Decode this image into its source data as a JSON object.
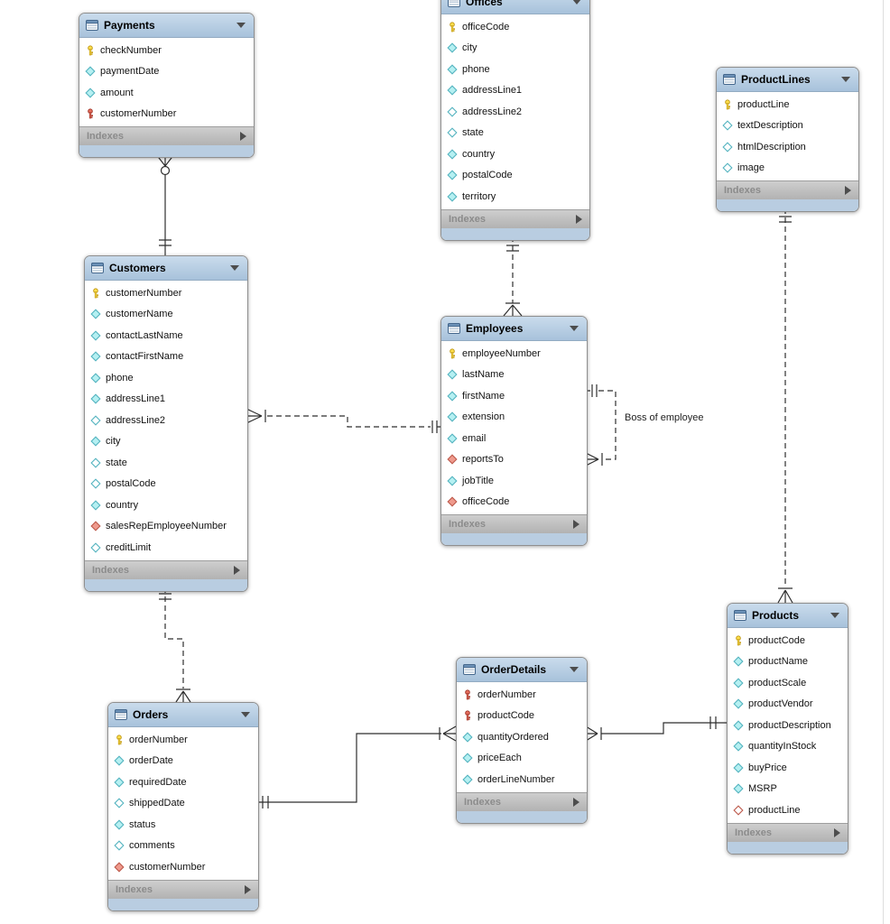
{
  "diagram": {
    "indexes_label": "Indexes",
    "relationship_labels": {
      "boss_of_employee": "Boss of employee"
    },
    "tables": [
      {
        "id": "payments",
        "name": "Payments",
        "fields": [
          {
            "name": "checkNumber",
            "icon": "key-primary"
          },
          {
            "name": "paymentDate",
            "icon": "diamond-filled"
          },
          {
            "name": "amount",
            "icon": "diamond-filled"
          },
          {
            "name": "customerNumber",
            "icon": "key-foreign"
          }
        ]
      },
      {
        "id": "offices",
        "name": "Offices",
        "fields": [
          {
            "name": "officeCode",
            "icon": "key-primary"
          },
          {
            "name": "city",
            "icon": "diamond-filled"
          },
          {
            "name": "phone",
            "icon": "diamond-filled"
          },
          {
            "name": "addressLine1",
            "icon": "diamond-filled"
          },
          {
            "name": "addressLine2",
            "icon": "diamond-open"
          },
          {
            "name": "state",
            "icon": "diamond-open"
          },
          {
            "name": "country",
            "icon": "diamond-filled"
          },
          {
            "name": "postalCode",
            "icon": "diamond-filled"
          },
          {
            "name": "territory",
            "icon": "diamond-filled"
          }
        ]
      },
      {
        "id": "productlines",
        "name": "ProductLines",
        "fields": [
          {
            "name": "productLine",
            "icon": "key-primary"
          },
          {
            "name": "textDescription",
            "icon": "diamond-open"
          },
          {
            "name": "htmlDescription",
            "icon": "diamond-open"
          },
          {
            "name": "image",
            "icon": "diamond-open"
          }
        ]
      },
      {
        "id": "customers",
        "name": "Customers",
        "fields": [
          {
            "name": "customerNumber",
            "icon": "key-primary"
          },
          {
            "name": "customerName",
            "icon": "diamond-filled"
          },
          {
            "name": "contactLastName",
            "icon": "diamond-filled"
          },
          {
            "name": "contactFirstName",
            "icon": "diamond-filled"
          },
          {
            "name": "phone",
            "icon": "diamond-filled"
          },
          {
            "name": "addressLine1",
            "icon": "diamond-filled"
          },
          {
            "name": "addressLine2",
            "icon": "diamond-open"
          },
          {
            "name": "city",
            "icon": "diamond-filled"
          },
          {
            "name": "state",
            "icon": "diamond-open"
          },
          {
            "name": "postalCode",
            "icon": "diamond-open"
          },
          {
            "name": "country",
            "icon": "diamond-filled"
          },
          {
            "name": "salesRepEmployeeNumber",
            "icon": "diamond-fk"
          },
          {
            "name": "creditLimit",
            "icon": "diamond-open"
          }
        ]
      },
      {
        "id": "employees",
        "name": "Employees",
        "fields": [
          {
            "name": "employeeNumber",
            "icon": "key-primary"
          },
          {
            "name": "lastName",
            "icon": "diamond-filled"
          },
          {
            "name": "firstName",
            "icon": "diamond-filled"
          },
          {
            "name": "extension",
            "icon": "diamond-filled"
          },
          {
            "name": "email",
            "icon": "diamond-filled"
          },
          {
            "name": "reportsTo",
            "icon": "diamond-fk"
          },
          {
            "name": "jobTitle",
            "icon": "diamond-filled"
          },
          {
            "name": "officeCode",
            "icon": "diamond-fk"
          }
        ]
      },
      {
        "id": "products",
        "name": "Products",
        "fields": [
          {
            "name": "productCode",
            "icon": "key-primary"
          },
          {
            "name": "productName",
            "icon": "diamond-filled"
          },
          {
            "name": "productScale",
            "icon": "diamond-filled"
          },
          {
            "name": "productVendor",
            "icon": "diamond-filled"
          },
          {
            "name": "productDescription",
            "icon": "diamond-filled"
          },
          {
            "name": "quantityInStock",
            "icon": "diamond-filled"
          },
          {
            "name": "buyPrice",
            "icon": "diamond-filled"
          },
          {
            "name": "MSRP",
            "icon": "diamond-filled"
          },
          {
            "name": "productLine",
            "icon": "diamond-fk-open"
          }
        ]
      },
      {
        "id": "orderdetails",
        "name": "OrderDetails",
        "fields": [
          {
            "name": "orderNumber",
            "icon": "key-foreign"
          },
          {
            "name": "productCode",
            "icon": "key-foreign"
          },
          {
            "name": "quantityOrdered",
            "icon": "diamond-filled"
          },
          {
            "name": "priceEach",
            "icon": "diamond-filled"
          },
          {
            "name": "orderLineNumber",
            "icon": "diamond-filled"
          }
        ]
      },
      {
        "id": "orders",
        "name": "Orders",
        "fields": [
          {
            "name": "orderNumber",
            "icon": "key-primary"
          },
          {
            "name": "orderDate",
            "icon": "diamond-filled"
          },
          {
            "name": "requiredDate",
            "icon": "diamond-filled"
          },
          {
            "name": "shippedDate",
            "icon": "diamond-open"
          },
          {
            "name": "status",
            "icon": "diamond-filled"
          },
          {
            "name": "comments",
            "icon": "diamond-open"
          },
          {
            "name": "customerNumber",
            "icon": "diamond-fk"
          }
        ]
      }
    ],
    "colors": {
      "header_blue_top": "#cadcec",
      "header_blue_bottom": "#a7c2db",
      "footer_blue": "#b9cde1",
      "primary_key_yellow": "#ffe14d",
      "foreign_key_red": "#e8705f",
      "attribute_cyan": "#b5f0f2",
      "fk_column_salmon": "#ef9a8d",
      "indexes_gray": "#bdbdbd",
      "line_color": "#2e2e2e"
    }
  }
}
